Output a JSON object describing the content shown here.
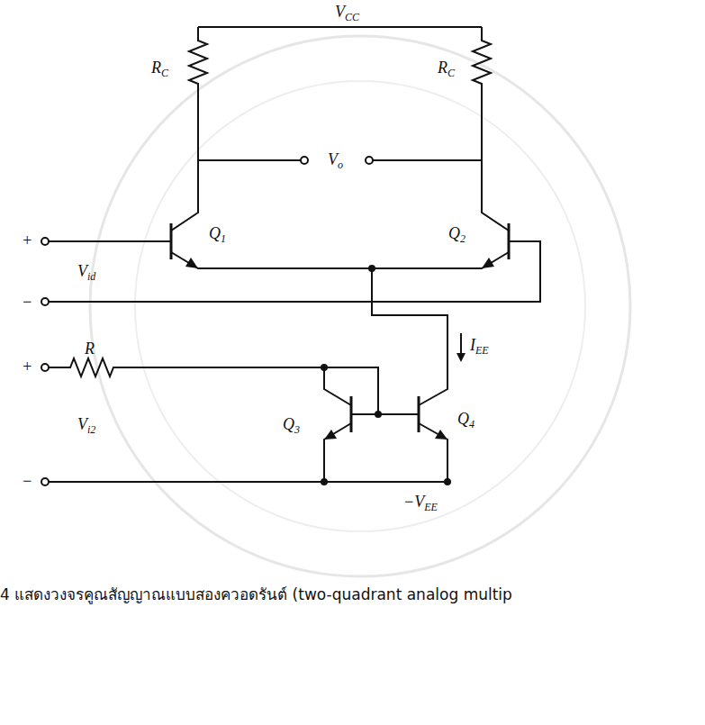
{
  "diagram": {
    "caption": "4 แสดงวงจรคูณสัญญาณแบบสองควอดรันต์ (two-quadrant analog multip",
    "labels": [
      "VCC",
      "RC",
      "RC",
      "Vo",
      "+",
      "Q1",
      "Q2",
      "Vid",
      "−",
      "IEE",
      "+",
      "R",
      "Q3",
      "Q4",
      "Vi2",
      "−",
      "−VEE"
    ]
  }
}
